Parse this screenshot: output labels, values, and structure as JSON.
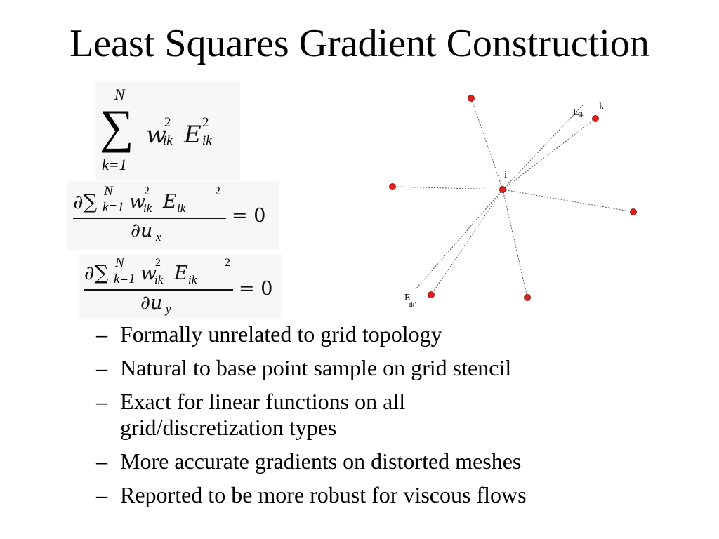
{
  "slide": {
    "title": "Least Squares Gradient Construction"
  },
  "equations": {
    "eq1": {
      "sum_upper": "N",
      "sum_lower": "k=1",
      "w": "w",
      "w_sup": "2",
      "w_sub": "ik",
      "E": "E",
      "E_sup": "2",
      "E_sub": "ik"
    },
    "eq2": {
      "numerator": "∂∑",
      "sum_upper": "N",
      "sum_lower": "k=1",
      "w": "w",
      "w_sup": "2",
      "w_sub": "ik",
      "E": "E",
      "E_sub": "ik",
      "E_sup": "2",
      "denominator": "∂u",
      "denominator_sub": "x",
      "rhs": "= 0"
    },
    "eq3": {
      "numerator": "∂∑",
      "sum_upper": "N",
      "sum_lower": "k=1",
      "w": "w",
      "w_sup": "2",
      "w_sub": "ik",
      "E": "E",
      "E_sub": "ik",
      "E_sup": "2",
      "denominator": "∂u",
      "denominator_sub": "y",
      "rhs": "= 0"
    }
  },
  "diagram": {
    "center_label": "i",
    "neighbor_label": "k",
    "edge_label": "E",
    "edge_label_sub": "ik",
    "edge_label_prime": "E",
    "edge_label_prime_sub": "ik'",
    "point_color": "#e0201a",
    "line_color": "#555555"
  },
  "bullets": [
    {
      "dash": "–",
      "text": "Formally unrelated to grid topology"
    },
    {
      "dash": "–",
      "text": "Natural to base point sample on grid stencil"
    },
    {
      "dash": "–",
      "text": "Exact for linear functions on all grid/discretization types"
    },
    {
      "dash": "–",
      "text": "More accurate gradients on distorted meshes"
    },
    {
      "dash": "–",
      "text": "Reported to be more robust for viscous flows"
    }
  ]
}
